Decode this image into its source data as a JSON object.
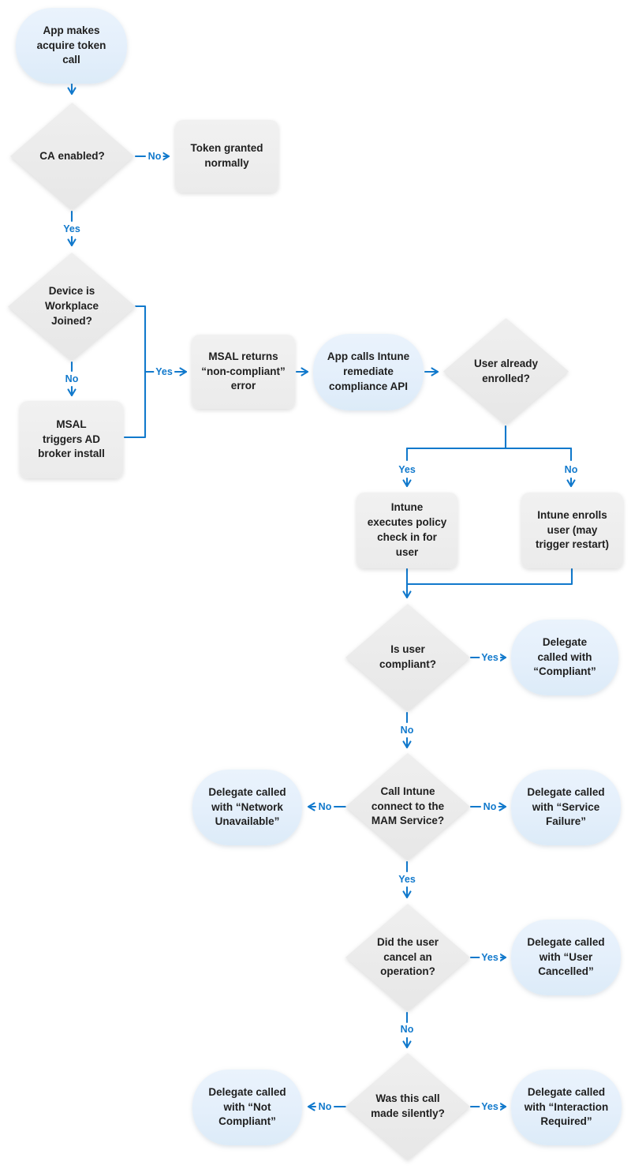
{
  "diagram": {
    "colors": {
      "edge_blue": "#1179CC",
      "node_gray": "#ECECEC",
      "node_blue": "#E5F0FB",
      "text": "#1F1F1F",
      "background": "#FFFFFF"
    },
    "nodes": {
      "app_makes": "App makes\nacquire token\ncall",
      "ca_bold": "CA",
      "ca_rest": " enabled?",
      "token_granted": "Token granted\nnormally",
      "device_workplace": "Device is\nWorkplace\nJoined?",
      "msal_triggers": "MSAL\ntriggers AD\nbroker install",
      "msal_returns": "MSAL returns\n“non-compliant”\nerror",
      "app_calls_intune": "App calls Intune\nremediate\ncompliance API",
      "user_enrolled": "User already\nenrolled?",
      "intune_executes": "Intune\nexecutes policy\ncheck in for\nuser",
      "intune_enrolls": "Intune enrolls\nuser (may\ntrigger restart)",
      "is_compliant": "Is user\ncompliant?",
      "delegate_compliant": "Delegate\ncalled with\n“Compliant”",
      "call_mam": "Call Intune\nconnect to the\nMAM Service?",
      "delegate_network": "Delegate called\nwith “Network\nUnavailable”",
      "delegate_service": "Delegate called\nwith “Service\nFailure”",
      "did_cancel": "Did the user\ncancel an\noperation?",
      "delegate_cancelled": "Delegate called\nwith “User\nCancelled”",
      "made_silently": "Was this call\nmade silently?",
      "delegate_not_compliant": "Delegate called\nwith “Not\nCompliant”",
      "delegate_interaction": "Delegate called\nwith “Interaction\nRequired”"
    },
    "edge_labels": {
      "ca_no": "No",
      "ca_yes": "Yes",
      "device_no": "No",
      "broker_yes": "Yes",
      "enrolled_yes": "Yes",
      "enrolled_no": "No",
      "compliant_yes": "Yes",
      "compliant_no": "No",
      "mam_no_left": "No",
      "mam_no_right": "No",
      "mam_yes": "Yes",
      "cancel_yes": "Yes",
      "cancel_no": "No",
      "silent_no": "No",
      "silent_yes": "Yes"
    }
  }
}
